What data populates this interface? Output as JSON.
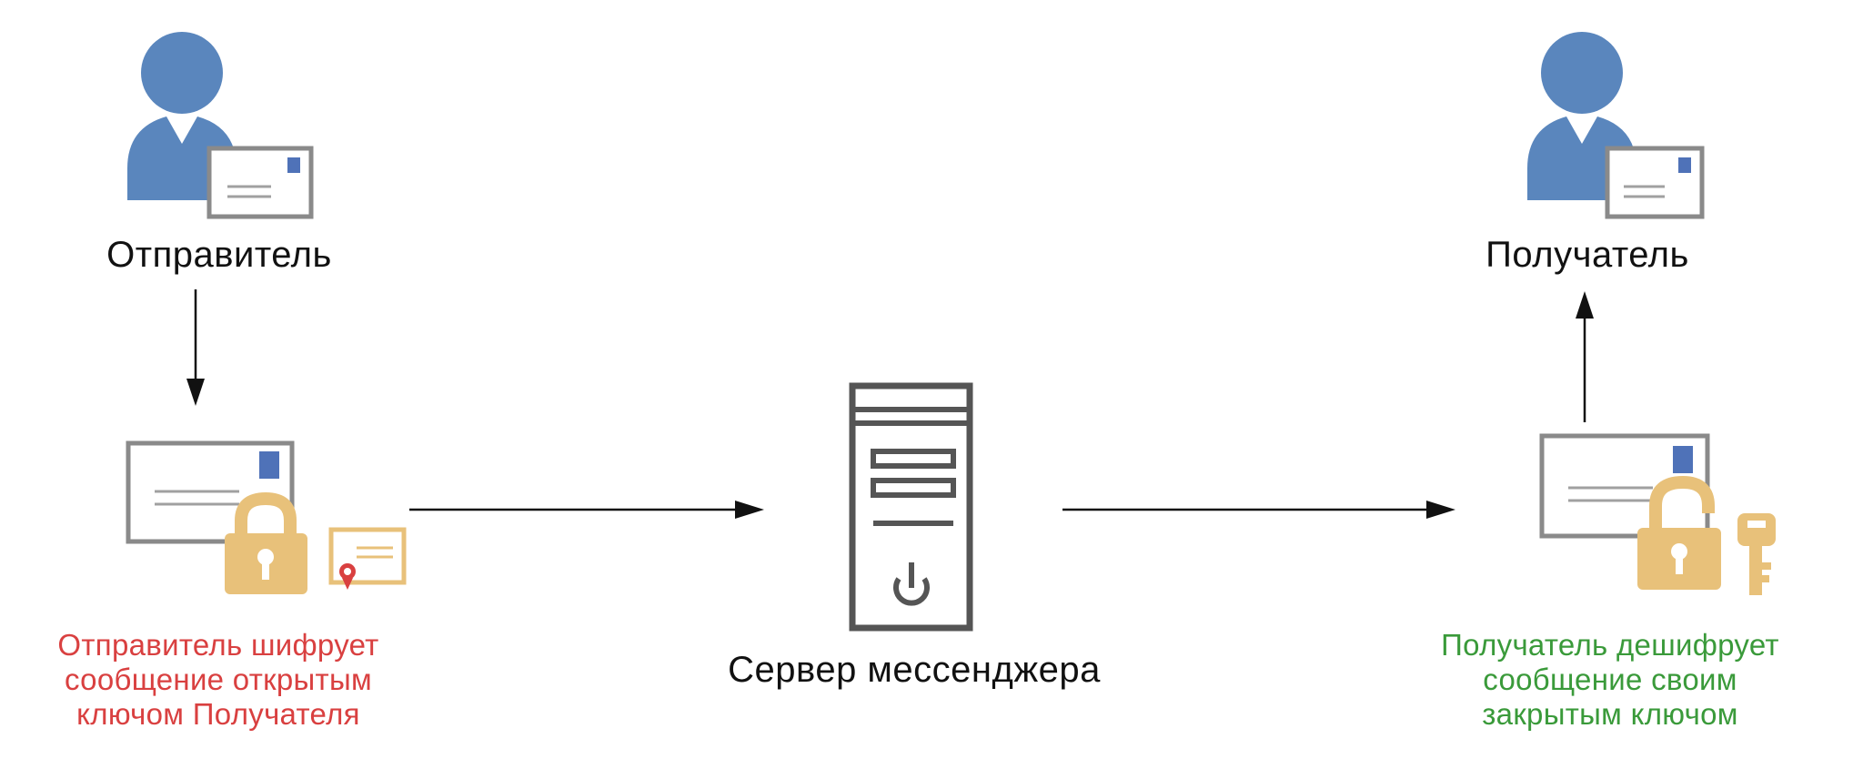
{
  "sender": {
    "label": "Отправитель"
  },
  "recipient": {
    "label": "Получатель"
  },
  "server": {
    "label": "Сервер мессенджера"
  },
  "sender_caption": {
    "lines": [
      "Отправитель шифрует",
      "сообщение открытым",
      "ключом Получателя"
    ],
    "color": "#d94040"
  },
  "recipient_caption": {
    "lines": [
      "Получатель дешифрует",
      "сообщение своим",
      "закрытым ключом"
    ],
    "color": "#3a9a3a"
  },
  "colors": {
    "person": "#5a86bd",
    "envelope_border": "#8a8a8a",
    "stamp": "#4f72b8",
    "lock": "#e8c17a",
    "server": "#555555",
    "arrow": "#111111",
    "seal": "#d94040"
  }
}
